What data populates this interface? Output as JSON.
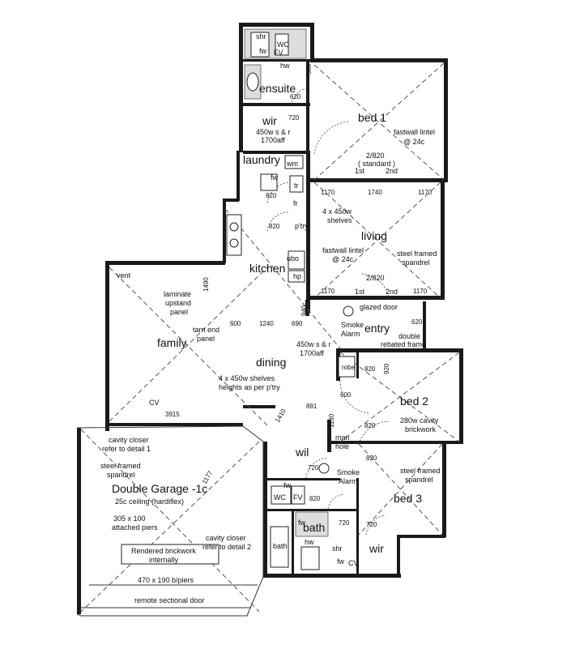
{
  "rooms": {
    "shr_top": "shr",
    "fw_top": "fw",
    "wc_top": "WC",
    "fv_top": "FV",
    "hw_top": "hw",
    "ensuite": "ensuite",
    "bed1": "bed 1",
    "wir_top": "wir",
    "laundry": "laundry",
    "wm": "wm",
    "fw_laundry": "fw",
    "tr_laundry": "tr",
    "fr_kitchen": "fr",
    "living": "living",
    "kitchen": "kitchen",
    "ptry": "p'try",
    "ubo": "ubo",
    "hp": "hp",
    "family": "family",
    "entry": "entry",
    "dining": "dining",
    "robe": "robe",
    "bed2": "bed 2",
    "cv_family": "CV",
    "double_garage": "Double Garage -1c",
    "wil": "wil",
    "wc_bottom": "WC",
    "fv_bottom": "FV",
    "fw_bottom": "fw",
    "bed3": "bed 3",
    "bath": "bath",
    "bath_fixture": "bath",
    "fw_bath": "fw",
    "hw_bath": "hw",
    "shr_bottom": "shr",
    "fw_bath2": "fw",
    "cv_bath": "CV",
    "wir_bottom": "wir"
  },
  "notes": {
    "wir_shelves_1": "450w s & r",
    "wir_shelves_2": "1700aff",
    "fastwall_top_1": "fastwall lintel",
    "fastwall_top_2": "@ 24c",
    "door_standard_1": "2/820",
    "door_standard_2": "( standard )",
    "first_1": "1st",
    "second_1": "2nd",
    "shelves_ptry_1": "4 x 450w",
    "shelves_ptry_2": "shelves",
    "fastwall_mid_1": "fastwall lintel",
    "fastwall_mid_2": "@ 24c",
    "steel_spandrel_1": "steel framed",
    "steel_spandrel_2": "spandrel",
    "door_2820": "2/820",
    "first_2": "1st",
    "second_2": "2nd",
    "glazed_door": "glazed door",
    "vent": "vent",
    "laminate_1": "laminate",
    "laminate_2": "upstand",
    "laminate_3": "panel",
    "tarn_1": "tarn end",
    "tarn_2": "panel",
    "smoke_1": "Smoke",
    "smoke_2": "Alarm",
    "double_rebated_1": "double",
    "double_rebated_2": "rebated frame",
    "entry_shelves_1": "450w s & r",
    "entry_shelves_2": "1700aff",
    "dining_shelves_1": "4 x 450w shelves",
    "dining_shelves_2": "heights as per p'try",
    "cavity_bed2_1": "280w cavity",
    "cavity_bed2_2": "brickwork",
    "man_hole_1": "man",
    "man_hole_2": "hole",
    "cavity_closer_1a": "cavity closer",
    "cavity_closer_1b": "refer to detail 1",
    "steel_garage_1": "steel framed",
    "steel_garage_2": "spandrel",
    "smoke_b1": "Smoke",
    "smoke_b2": "Alarm",
    "steel_bed3_1": "steel framed",
    "steel_bed3_2": "spandrel",
    "ceiling": "25c ceiling (hardiflex)",
    "piers_1": "305 x 100",
    "piers_2": "attached piers",
    "cavity_closer_2a": "cavity closer",
    "cavity_closer_2b": "refer to detail 2",
    "rendered_1": "Rendered brickwork",
    "rendered_2": "internally",
    "bpiers": "470 x 190 b/piers",
    "sectional_door": "remote sectional door"
  },
  "dims": {
    "d500": "500",
    "d620_ens": "620",
    "d720_wir": "720",
    "d820_ldry": "820",
    "d1170_a": "1170",
    "d1740": "1740",
    "d1170_b": "1170",
    "d820_ptry": "820",
    "d1490": "1490",
    "d1170_c": "1170",
    "d1170_d": "1170",
    "d600_a": "600",
    "d1240": "1240",
    "d690": "690",
    "d940": "940",
    "d620_entry": "620",
    "d820_robe": "820",
    "d920": "920",
    "d600_b": "600",
    "d3915": "3915",
    "d881": "881",
    "d820_bed2": "820",
    "d1130": "1130",
    "d1410": "1410",
    "d820_c": "820",
    "d720_wil": "720",
    "d820_wc": "820",
    "d720_bath": "720",
    "d720_wir_b": "720",
    "d1177": "1177"
  }
}
